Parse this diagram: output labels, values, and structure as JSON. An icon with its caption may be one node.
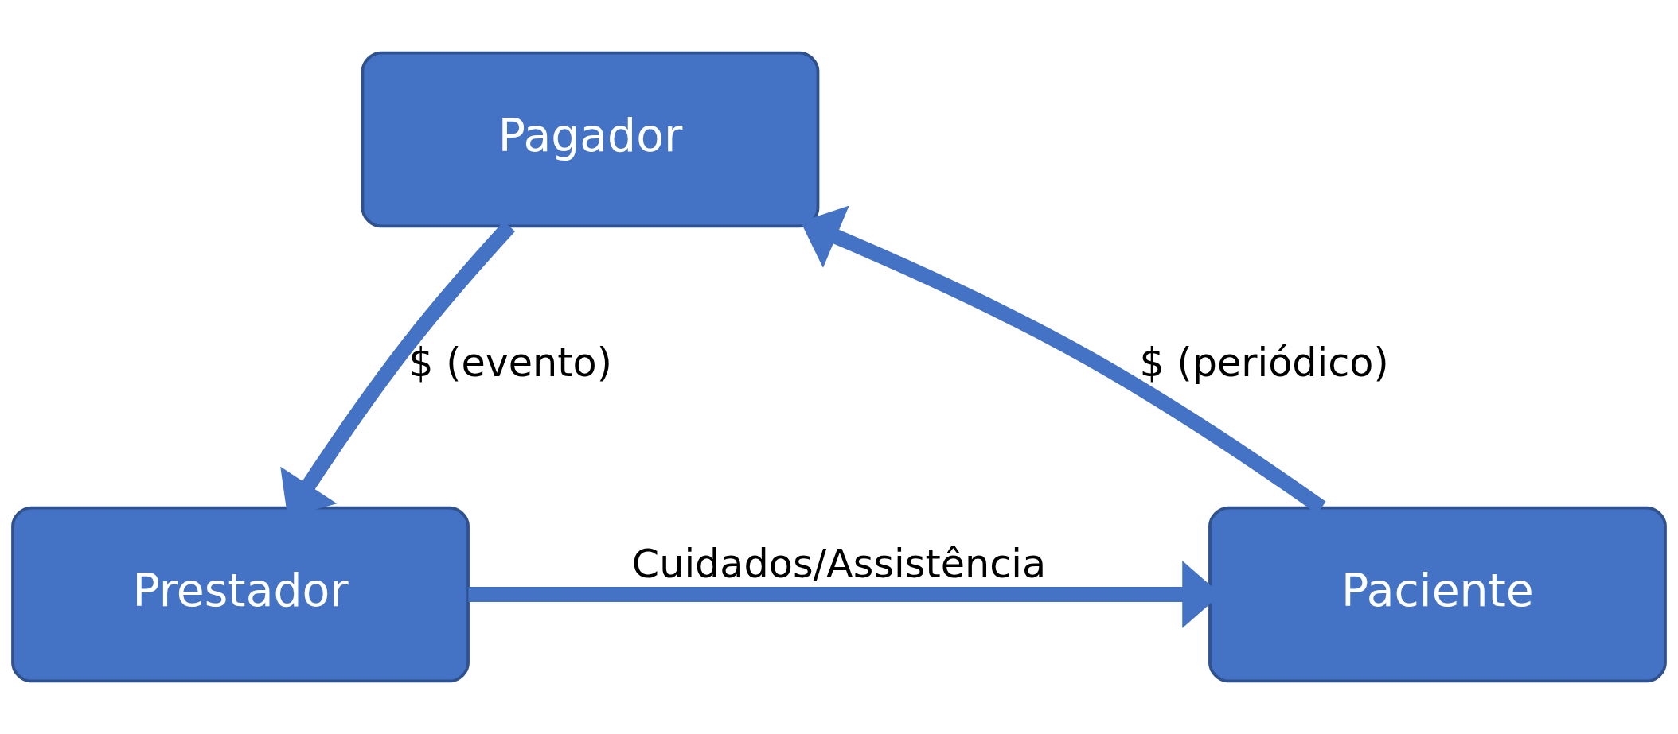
{
  "diagram": {
    "nodes": [
      {
        "text": [
          "Pagador"
        ]
      },
      {
        "text": [
          "Prestador"
        ]
      },
      {
        "text": [
          "Paciente"
        ]
      }
    ],
    "edges": [
      {
        "from": 0,
        "to": 1,
        "arrow": "to",
        "label": "$ (evento)"
      },
      {
        "from": 1,
        "to": 2,
        "arrow": "to",
        "label": "Cuidados/Assistência"
      },
      {
        "from": 2,
        "to": 0,
        "arrow": "to",
        "label": "$ (periódico)"
      }
    ]
  }
}
